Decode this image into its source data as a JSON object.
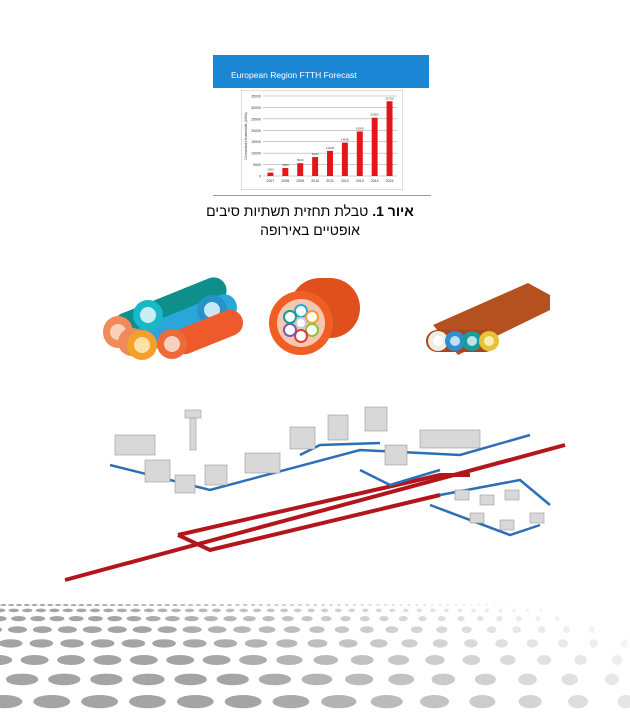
{
  "figure": {
    "title": "European Region FTTH Forecast",
    "caption_label": "איור 1.",
    "caption_text": "טבלת תחזית תשתיות סיבים אופטיים באירופה"
  },
  "chart_data": {
    "type": "bar",
    "title": "European Region FTTH Forecast",
    "ylabel": "Connected Households (000s)",
    "xlabel": "",
    "categories": [
      "2007",
      "2008",
      "2009",
      "2010",
      "2011",
      "2012",
      "2013",
      "2014",
      "2015"
    ],
    "values": [
      1500,
      3500,
      5600,
      8300,
      11000,
      14600,
      19500,
      25500,
      32700
    ],
    "ylim": [
      0,
      35000
    ],
    "yticks": [
      0,
      5000,
      10000,
      15000,
      20000,
      25000,
      30000,
      35000
    ],
    "grid": true,
    "color": "#e8141b"
  }
}
